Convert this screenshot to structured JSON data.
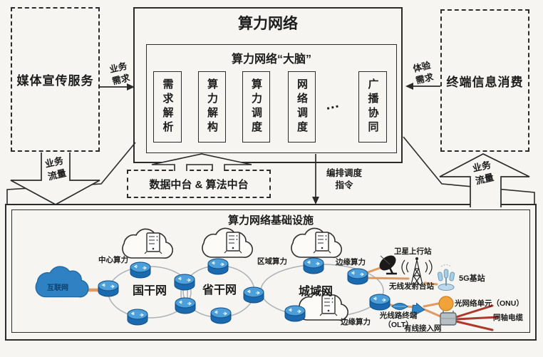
{
  "cpn": {
    "title": "算力网络",
    "brain": {
      "title": "算力网络“大脑”",
      "modules": [
        {
          "label": "需求解析"
        },
        {
          "label": "算力解构"
        },
        {
          "label": "算力调度"
        },
        {
          "label": "网络调度"
        },
        {
          "label": "广播协同"
        }
      ],
      "ellipsis": "…"
    }
  },
  "services": {
    "left": {
      "label": "媒体宣传服务"
    },
    "right": {
      "label": "终端信息消费"
    }
  },
  "platform": {
    "label": "数据中台 & 算法中台"
  },
  "arrows": {
    "business_demand": {
      "line1": "业务",
      "line2": "需求"
    },
    "experience_demand": {
      "line1": "体验",
      "line2": "需求"
    },
    "flow_left": {
      "line1": "业务",
      "line2": "流量"
    },
    "flow_right": {
      "line1": "业务",
      "line2": "流量"
    },
    "orchestration": {
      "line1": "编排调度",
      "line2": "指令"
    }
  },
  "infra": {
    "title": "算力网络基础设施",
    "internet": "互联网",
    "national_backbone": "国干网",
    "provincial_backbone": "省干网",
    "metro_network": "城域网",
    "central_compute": "中心算力",
    "regional_compute": "区域算力",
    "edge_compute_top": "边缘算力",
    "edge_compute_bottom": "边缘算力",
    "satellite_uplink": "卫星上行站",
    "wireless_tower": "无线发射台站",
    "g5_station": "5G基站",
    "olt": {
      "line1": "光线路终端",
      "line2": "（OLT）"
    },
    "onu": "光网络单元（ONU）",
    "coax": "同轴电缆",
    "wired_access": "有线接入网"
  },
  "icons": {
    "router": "router-icon",
    "compute_cloud": "compute-cloud-icon",
    "server": "server-icon",
    "internet_cloud": "internet-cloud-icon",
    "satellite_dish": "satellite-dish-icon",
    "radio_tower": "radio-tower-icon",
    "g5_station": "5g-station-icon",
    "olt_lens": "olt-icon",
    "splitter": "splitter-icon",
    "onu_circle": "onu-icon",
    "coax_modem": "coax-modem-icon"
  },
  "colors": {
    "ink": "#2b2b2b",
    "paper": "#f6f5f1",
    "router_blue": "#1b6ab0",
    "router_top": "#4d9fd9",
    "internet_cloud": "#2e82c3",
    "link_orange": "#dd9a63",
    "coax_red": "#ab3a2c",
    "onu_orange": "#f2a23a",
    "ring_gray": "#a9b2b8"
  }
}
